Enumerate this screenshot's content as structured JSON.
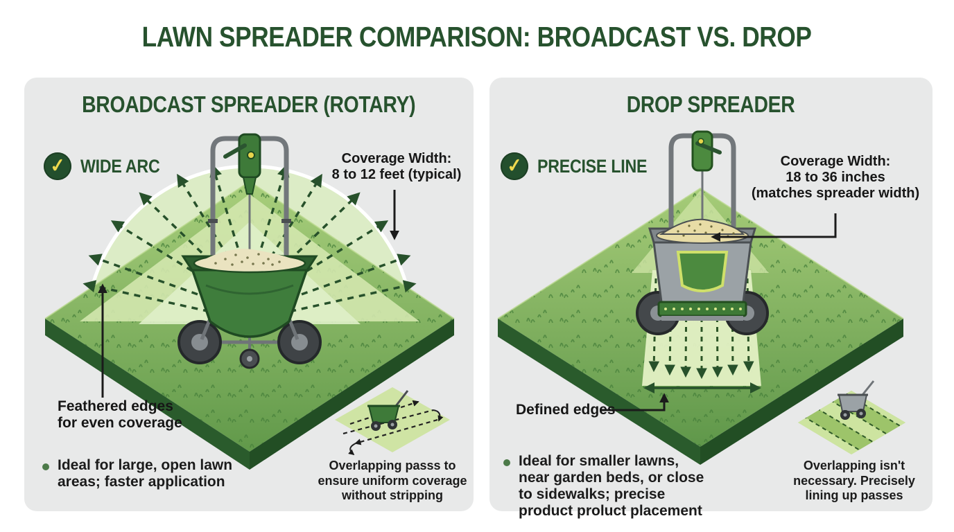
{
  "title": "LAWN SPREADER COMPARISON: BROADCAST VS. DROP",
  "icons": {
    "check": "✓"
  },
  "colors": {
    "heading_green": "#27522e",
    "panel_bg": "#e8e9e9",
    "badge_green": "#234f2d",
    "badge_check_yellow": "#edd94e",
    "arrow_green": "#27512b",
    "annotation_black": "#1b1b1b",
    "grass_light": "#a9cf7c",
    "grass_dark": "#6aa24c",
    "arc_pale_green": "#dcecc6",
    "granules_tan": "#eae3c0"
  },
  "broadcast": {
    "title": "BROADCAST SPREADER (ROTARY)",
    "feature": "WIDE ARC",
    "coverage": "Coverage Width:\n8 to 12 feet (typical)",
    "edge_note": "Feathered edges\nfor even coverage",
    "bullet": "Ideal for large, open lawn\nareas; faster application",
    "mini_caption": "Overlapping passs to\nensure uniform coverage\nwithout stripping"
  },
  "drop": {
    "title": "DROP SPREADER",
    "feature": "PRECISE LINE",
    "coverage": "Coverage Width:\n18 to 36 inches\n(matches spreader width)",
    "edge_note": "Defined edges",
    "bullet": "Ideal for smaller lawns,\nnear garden beds, or close\nto sidewalks; precise\nproduct proluct placement",
    "mini_caption": "Overlapping isn't\nnecessary. Precisely\nlining up passes"
  }
}
